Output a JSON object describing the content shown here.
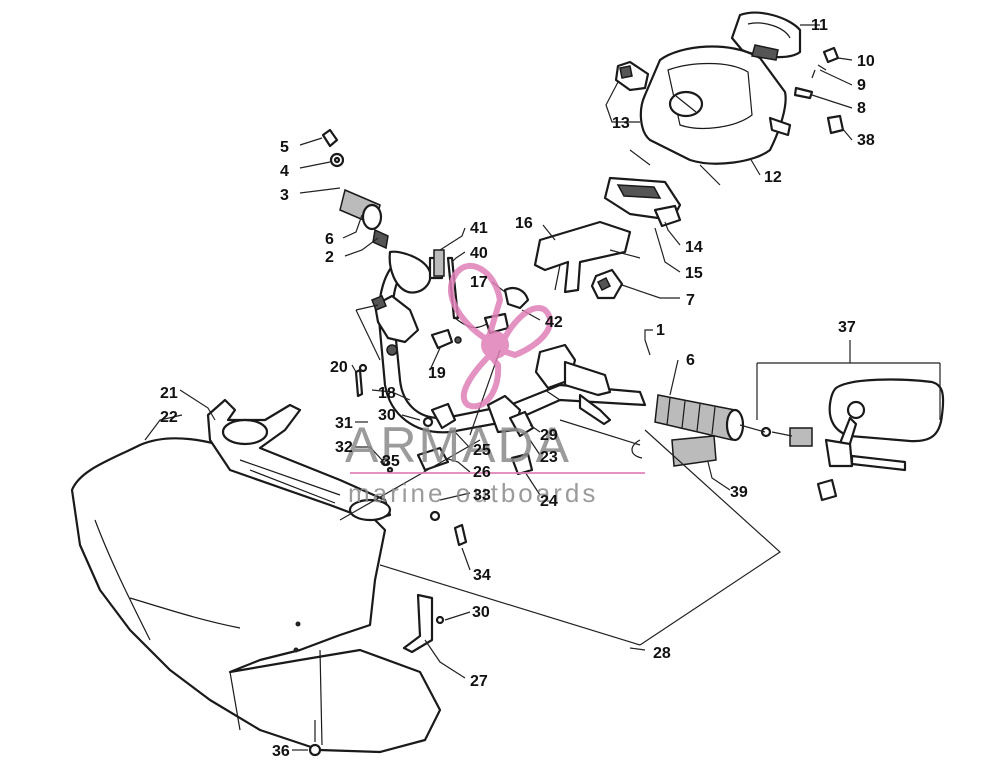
{
  "diagram": {
    "callouts": [
      {
        "id": "c1",
        "label": "1"
      },
      {
        "id": "c2",
        "label": "2"
      },
      {
        "id": "c3",
        "label": "3"
      },
      {
        "id": "c4",
        "label": "4"
      },
      {
        "id": "c5",
        "label": "5"
      },
      {
        "id": "c6a",
        "label": "6"
      },
      {
        "id": "c6b",
        "label": "6"
      },
      {
        "id": "c7",
        "label": "7"
      },
      {
        "id": "c8",
        "label": "8"
      },
      {
        "id": "c9",
        "label": "9"
      },
      {
        "id": "c10",
        "label": "10"
      },
      {
        "id": "c11",
        "label": "11"
      },
      {
        "id": "c12",
        "label": "12"
      },
      {
        "id": "c13",
        "label": "13"
      },
      {
        "id": "c14",
        "label": "14"
      },
      {
        "id": "c15",
        "label": "15"
      },
      {
        "id": "c16",
        "label": "16"
      },
      {
        "id": "c17",
        "label": "17"
      },
      {
        "id": "c18",
        "label": "18"
      },
      {
        "id": "c19",
        "label": "19"
      },
      {
        "id": "c20",
        "label": "20"
      },
      {
        "id": "c21",
        "label": "21"
      },
      {
        "id": "c22",
        "label": "22"
      },
      {
        "id": "c23",
        "label": "23"
      },
      {
        "id": "c24",
        "label": "24"
      },
      {
        "id": "c25",
        "label": "25"
      },
      {
        "id": "c26",
        "label": "26"
      },
      {
        "id": "c27",
        "label": "27"
      },
      {
        "id": "c28",
        "label": "28"
      },
      {
        "id": "c29",
        "label": "29"
      },
      {
        "id": "c30a",
        "label": "30"
      },
      {
        "id": "c30b",
        "label": "30"
      },
      {
        "id": "c31",
        "label": "31"
      },
      {
        "id": "c32",
        "label": "32"
      },
      {
        "id": "c33",
        "label": "33"
      },
      {
        "id": "c34",
        "label": "34"
      },
      {
        "id": "c35",
        "label": "35"
      },
      {
        "id": "c36",
        "label": "36"
      },
      {
        "id": "c37",
        "label": "37"
      },
      {
        "id": "c38",
        "label": "38"
      },
      {
        "id": "c39",
        "label": "39"
      },
      {
        "id": "c40",
        "label": "40"
      },
      {
        "id": "c41",
        "label": "41"
      },
      {
        "id": "c42",
        "label": "42"
      }
    ]
  },
  "watermark": {
    "title": "ARMADA",
    "subtitle": "marine outboards",
    "color": "#e07fb8"
  }
}
